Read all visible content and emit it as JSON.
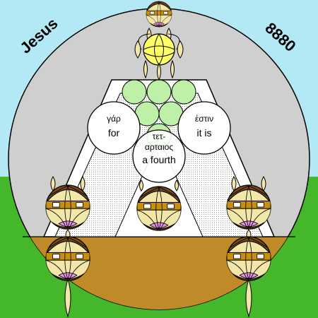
{
  "corner_labels": {
    "left": "Jesus",
    "right": "8880"
  },
  "word_circles": {
    "left": {
      "greek": "γάρ",
      "english": "for"
    },
    "right": {
      "greek": "ἐστιν",
      "english": "it is"
    },
    "center": {
      "greek_line1": "τετ-",
      "greek_line2": "αρταιος",
      "english": "a fourth"
    }
  },
  "colors": {
    "sky": "#b3e8f5",
    "grass": "#44b82a",
    "big_circle": "#cfcfcf",
    "floor": "#c08a28",
    "triangle_band": "#ffffff",
    "green_balls": "#bff0a8",
    "yellow_center": "#ffff66",
    "face_brown": "#7a4a14",
    "face_skin": "#f3e6a9",
    "headband": "#c8900a",
    "mouth": "#e591e5"
  }
}
